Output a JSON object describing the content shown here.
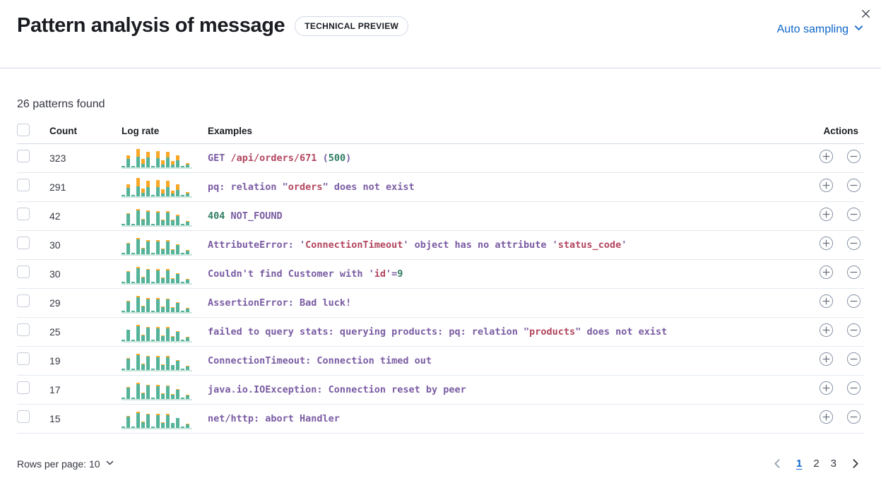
{
  "header": {
    "title": "Pattern analysis of message",
    "badge": "TECHNICAL PREVIEW",
    "sampling_label": "Auto sampling"
  },
  "summary": "26 patterns found",
  "table": {
    "columns": {
      "count": "Count",
      "log_rate": "Log rate",
      "examples": "Examples",
      "actions": "Actions"
    }
  },
  "rows": [
    {
      "count": "323",
      "tokens": [
        {
          "t": "GET ",
          "c": "purple"
        },
        {
          "t": "/api/orders/671",
          "c": "red"
        },
        {
          "t": " (",
          "c": "purple"
        },
        {
          "t": "500",
          "c": "green"
        },
        {
          "t": ")",
          "c": "purple"
        }
      ],
      "bars": {
        "g": [
          6,
          42,
          4,
          52,
          16,
          48,
          6,
          46,
          14,
          47,
          14,
          33,
          5,
          13
        ],
        "o": [
          0,
          16,
          0,
          38,
          24,
          30,
          0,
          33,
          21,
          31,
          15,
          27,
          0,
          5
        ]
      }
    },
    {
      "count": "291",
      "tokens": [
        {
          "t": "pq: relation \"",
          "c": "purple"
        },
        {
          "t": "orders",
          "c": "red"
        },
        {
          "t": "\" does not exist",
          "c": "purple"
        }
      ],
      "bars": {
        "g": [
          6,
          40,
          4,
          50,
          16,
          46,
          6,
          44,
          14,
          45,
          14,
          32,
          5,
          12
        ],
        "o": [
          0,
          18,
          0,
          40,
          23,
          32,
          0,
          35,
          20,
          33,
          14,
          26,
          0,
          6
        ]
      }
    },
    {
      "count": "42",
      "tokens": [
        {
          "t": "404",
          "c": "green"
        },
        {
          "t": " NOT_FOUND",
          "c": "purple"
        }
      ],
      "bars": {
        "g": [
          7,
          55,
          4,
          75,
          28,
          66,
          7,
          64,
          24,
          64,
          22,
          46,
          6,
          17
        ],
        "o": [
          0,
          4,
          0,
          7,
          4,
          6,
          0,
          7,
          4,
          6,
          4,
          5,
          0,
          2
        ]
      }
    },
    {
      "count": "30",
      "tokens": [
        {
          "t": "AttributeError: '",
          "c": "purple"
        },
        {
          "t": "ConnectionTimeout",
          "c": "red"
        },
        {
          "t": "' object has no attribute '",
          "c": "purple"
        },
        {
          "t": "status_code",
          "c": "red"
        },
        {
          "t": "'",
          "c": "purple"
        }
      ],
      "bars": {
        "g": [
          7,
          52,
          4,
          72,
          26,
          64,
          7,
          62,
          22,
          62,
          20,
          44,
          6,
          16
        ],
        "o": [
          0,
          5,
          0,
          8,
          5,
          6,
          0,
          7,
          5,
          6,
          4,
          5,
          0,
          2
        ]
      }
    },
    {
      "count": "30",
      "tokens": [
        {
          "t": "Couldn't find Customer with '",
          "c": "purple"
        },
        {
          "t": "id",
          "c": "red"
        },
        {
          "t": "'=",
          "c": "purple"
        },
        {
          "t": "9",
          "c": "green"
        }
      ],
      "bars": {
        "g": [
          7,
          54,
          4,
          74,
          28,
          65,
          7,
          63,
          23,
          63,
          21,
          45,
          6,
          17
        ],
        "o": [
          0,
          4,
          0,
          6,
          4,
          5,
          0,
          6,
          4,
          5,
          3,
          4,
          0,
          2
        ]
      }
    },
    {
      "count": "29",
      "tokens": [
        {
          "t": "AssertionError: Bad luck!",
          "c": "purple"
        }
      ],
      "bars": {
        "g": [
          7,
          53,
          4,
          73,
          27,
          64,
          7,
          62,
          23,
          62,
          21,
          45,
          6,
          16
        ],
        "o": [
          0,
          4,
          0,
          7,
          4,
          6,
          0,
          6,
          4,
          5,
          3,
          4,
          0,
          2
        ]
      }
    },
    {
      "count": "25",
      "tokens": [
        {
          "t": "failed to query stats: querying products: pq: relation \"",
          "c": "purple"
        },
        {
          "t": "products",
          "c": "red"
        },
        {
          "t": "\" does not exist",
          "c": "purple"
        }
      ],
      "bars": {
        "g": [
          7,
          54,
          4,
          74,
          27,
          65,
          7,
          63,
          23,
          63,
          21,
          45,
          6,
          17
        ],
        "o": [
          0,
          3,
          0,
          6,
          4,
          5,
          0,
          6,
          3,
          5,
          3,
          4,
          0,
          2
        ]
      }
    },
    {
      "count": "19",
      "tokens": [
        {
          "t": "ConnectionTimeout: Connection timed out",
          "c": "purple"
        }
      ],
      "bars": {
        "g": [
          7,
          55,
          4,
          74,
          28,
          66,
          7,
          64,
          24,
          63,
          22,
          46,
          6,
          17
        ],
        "o": [
          0,
          3,
          0,
          6,
          3,
          5,
          0,
          6,
          3,
          5,
          3,
          4,
          0,
          2
        ]
      }
    },
    {
      "count": "17",
      "tokens": [
        {
          "t": "java.io.IOException: Connection reset by peer",
          "c": "purple"
        }
      ],
      "bars": {
        "g": [
          7,
          54,
          4,
          73,
          27,
          65,
          7,
          63,
          23,
          62,
          21,
          45,
          6,
          16
        ],
        "o": [
          0,
          4,
          0,
          6,
          4,
          5,
          0,
          5,
          3,
          5,
          3,
          4,
          0,
          2
        ]
      }
    },
    {
      "count": "15",
      "tokens": [
        {
          "t": "net/http: abort Handler",
          "c": "purple"
        }
      ],
      "bars": {
        "g": [
          7,
          55,
          4,
          75,
          28,
          66,
          7,
          64,
          24,
          64,
          22,
          47,
          6,
          17
        ],
        "o": [
          0,
          3,
          0,
          5,
          3,
          4,
          0,
          5,
          3,
          4,
          3,
          3,
          0,
          2
        ]
      }
    }
  ],
  "footer": {
    "rows_per_page_label": "Rows per page: 10",
    "pages": [
      "1",
      "2",
      "3"
    ],
    "active_page": "1"
  },
  "colors": {
    "accent_blue": "#0E65C8",
    "token_purple": "#7A5CA3",
    "token_red": "#B2455E",
    "token_green": "#2E7D61",
    "bar_green": "#54B399",
    "bar_orange": "#FBA726"
  }
}
